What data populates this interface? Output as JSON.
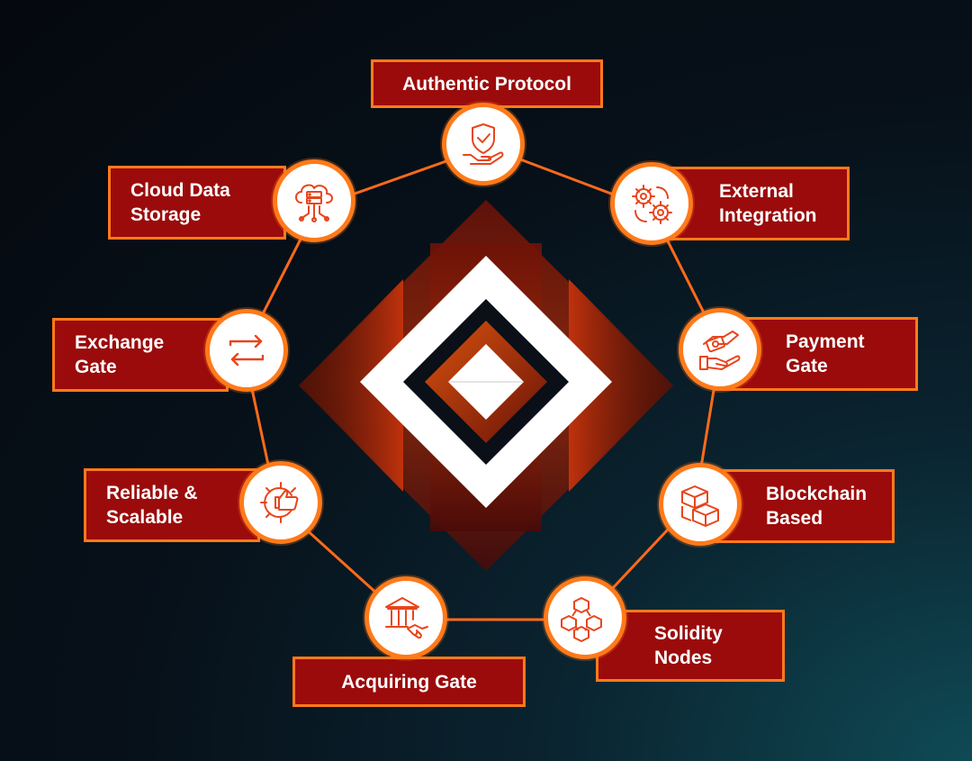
{
  "colors": {
    "accent": "#ff7a1a",
    "label_fill": "#9b0b0b",
    "icon": "#e8451c",
    "background": "#07111a"
  },
  "nodes": [
    {
      "label": "Authentic Protocol",
      "icon": "shield-hand-icon"
    },
    {
      "label": "External\nIntegration",
      "icon": "gears-icon"
    },
    {
      "label": "Payment\nGate",
      "icon": "payment-hands-icon"
    },
    {
      "label": "Blockchain\nBased",
      "icon": "blocks-icon"
    },
    {
      "label": "Solidity\nNodes",
      "icon": "network-nodes-icon"
    },
    {
      "label": "Acquiring Gate",
      "icon": "bank-handshake-icon"
    },
    {
      "label": "Reliable &\nScalable",
      "icon": "gear-thumbs-up-icon"
    },
    {
      "label": "Exchange\nGate",
      "icon": "exchange-arrows-icon"
    },
    {
      "label": "Cloud Data\nStorage",
      "icon": "cloud-server-icon"
    }
  ]
}
